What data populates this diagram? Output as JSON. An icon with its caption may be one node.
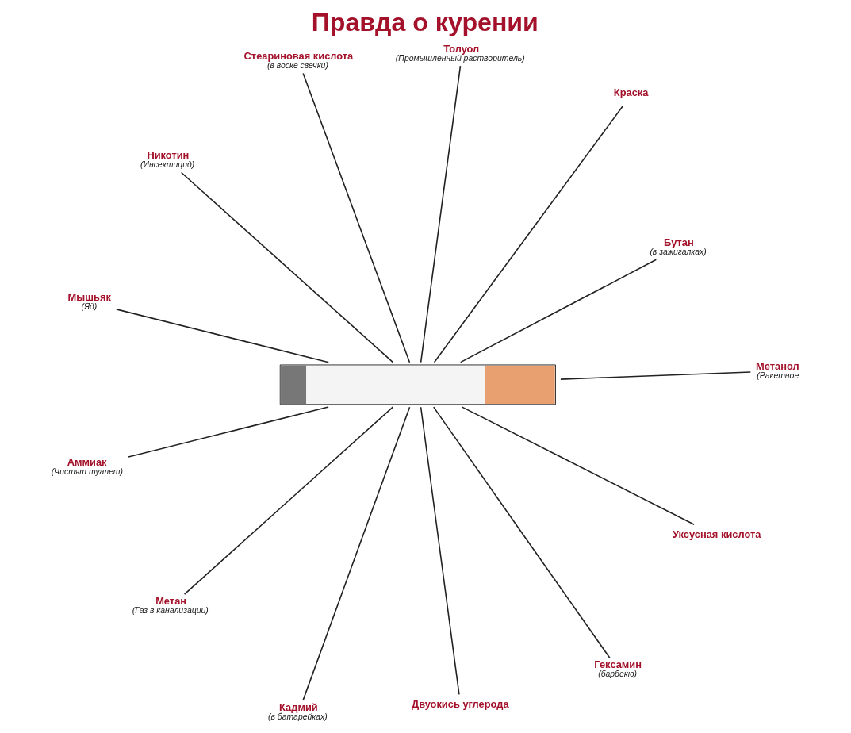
{
  "diagram": {
    "title": "Правда о курении",
    "nodes": [
      {
        "text": [],
        "shape": "picture"
      },
      {
        "text": [
          "Бутан",
          "(в зажигалках)"
        ]
      },
      {
        "text": [
          "Кадмий",
          "(в батарейках)"
        ]
      },
      {
        "text": [
          "Стеариновая кислота",
          "(в воске свечки)"
        ]
      },
      {
        "text": [
          "Толуол",
          "(Промышленный растворитель)"
        ]
      },
      {
        "text": [
          "Никотин",
          "(Инсектицид)"
        ]
      },
      {
        "text": [
          "Аммиак",
          "(Чистят туалет)"
        ]
      },
      {
        "text": [
          "Уксусная кислота"
        ]
      },
      {
        "text": [
          "Метан",
          "(Газ в канализации)"
        ]
      },
      {
        "text": [
          "Гексамин",
          "(барбекю)"
        ]
      },
      {
        "text": [
          "Двуокись углерода"
        ]
      },
      {
        "text": [
          "Мышьяк",
          "(Яд)"
        ]
      },
      {
        "text": [
          "Метанол",
          "(Ракетное"
        ]
      },
      {
        "text": [
          "Краска"
        ]
      }
    ],
    "edges": [
      {
        "from": 1,
        "to": 0,
        "arrow": "none"
      },
      {
        "from": 2,
        "to": 0,
        "arrow": "none"
      },
      {
        "from": 3,
        "to": 0,
        "arrow": "none"
      },
      {
        "from": 4,
        "to": 0,
        "arrow": "none"
      },
      {
        "from": 5,
        "to": 0,
        "arrow": "none"
      },
      {
        "from": 6,
        "to": 0,
        "arrow": "none"
      },
      {
        "from": 7,
        "to": 0,
        "arrow": "none"
      },
      {
        "from": 8,
        "to": 0,
        "arrow": "none"
      },
      {
        "from": 9,
        "to": 0,
        "arrow": "none"
      },
      {
        "from": 10,
        "to": 0,
        "arrow": "none"
      },
      {
        "from": 11,
        "to": 0,
        "arrow": "none"
      },
      {
        "from": 12,
        "to": 0,
        "arrow": "none"
      },
      {
        "from": 13,
        "to": 0,
        "arrow": "none"
      }
    ]
  }
}
